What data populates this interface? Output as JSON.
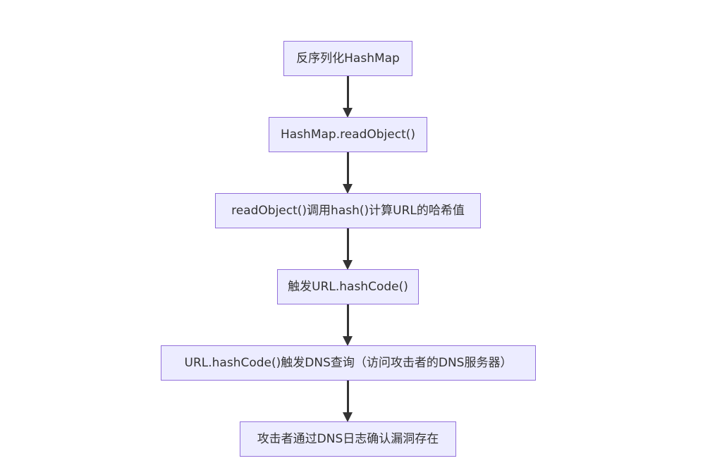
{
  "diagram": {
    "type": "flowchart",
    "direction": "top-down",
    "colors": {
      "node_fill": "#ECECFF",
      "node_border": "#9370DB",
      "edge": "#333333",
      "text": "#333333"
    },
    "nodes": [
      {
        "id": "n1",
        "label": "反序列化HashMap"
      },
      {
        "id": "n2",
        "label": "HashMap.readObject()"
      },
      {
        "id": "n3",
        "label": "readObject()调用hash()计算URL的哈希值"
      },
      {
        "id": "n4",
        "label": "触发URL.hashCode()"
      },
      {
        "id": "n5",
        "label": "URL.hashCode()触发DNS查询（访问攻击者的DNS服务器）"
      },
      {
        "id": "n6",
        "label": "攻击者通过DNS日志确认漏洞存在"
      }
    ],
    "edges": [
      {
        "from": "n1",
        "to": "n2"
      },
      {
        "from": "n2",
        "to": "n3"
      },
      {
        "from": "n3",
        "to": "n4"
      },
      {
        "from": "n4",
        "to": "n5"
      },
      {
        "from": "n5",
        "to": "n6"
      }
    ]
  }
}
